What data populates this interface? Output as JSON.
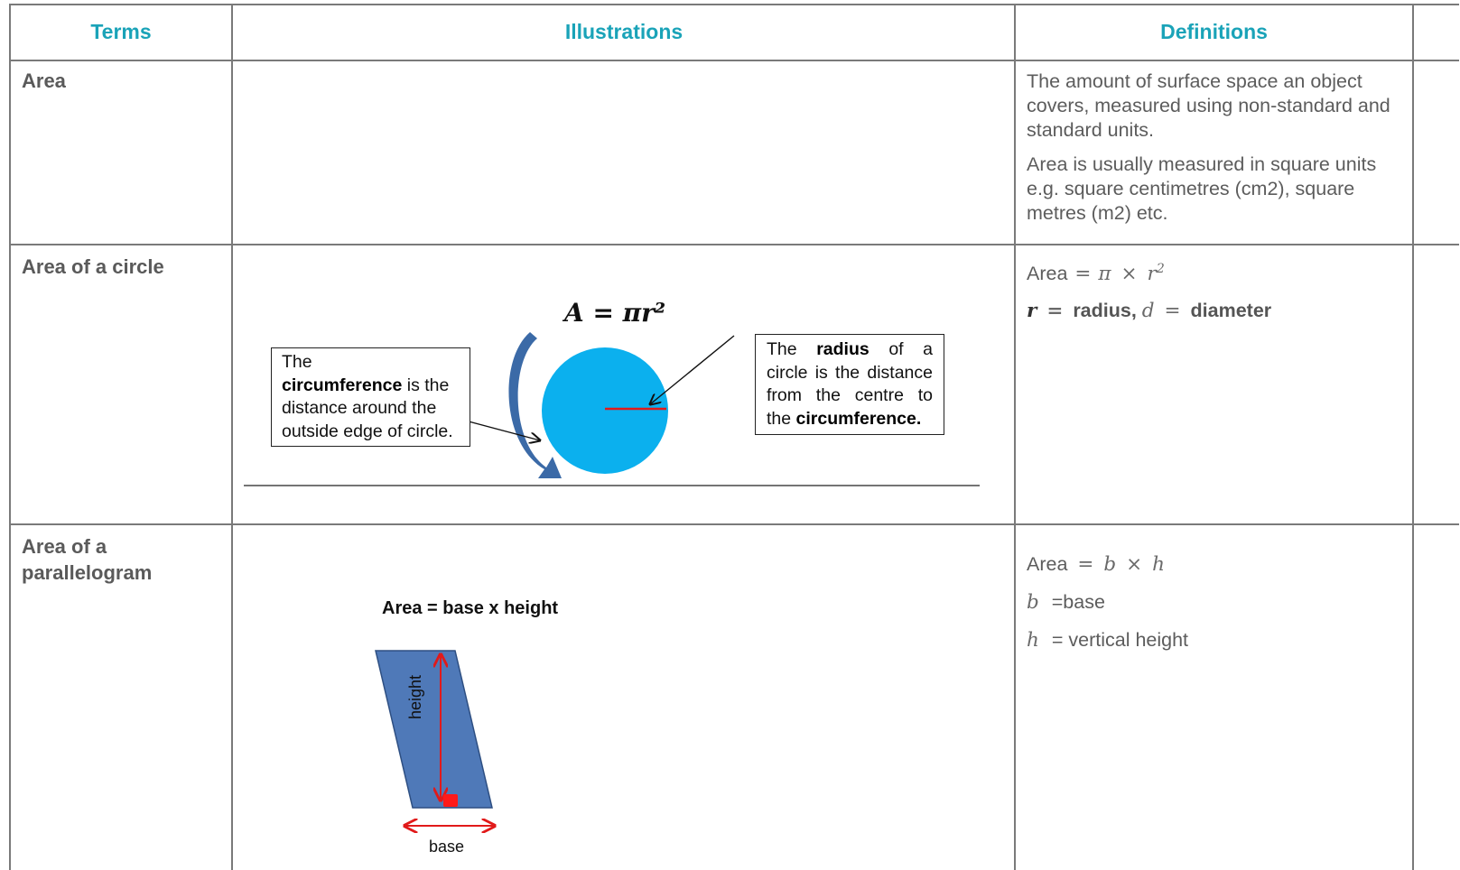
{
  "table": {
    "headers": [
      "Terms",
      "Illustrations",
      "Definitions"
    ],
    "rows": [
      {
        "term": "Area",
        "definition": [
          "The amount of surface space an object covers, measured using non-standard and standard units.",
          "Area is usually measured in square units e.g. square centimetres (cm2), square metres (m2) etc."
        ]
      },
      {
        "term": "Area of a circle",
        "illustration": {
          "formula": "A = πr²",
          "circumference_box": {
            "pre": "The",
            "bold": "circumference",
            "post": "is the distance around the outside edge of circle."
          },
          "radius_box": {
            "pre": "The",
            "bold": "radius",
            "mid": "of a circle is the distance from the centre to the",
            "bold2": "circumference."
          }
        },
        "definition": {
          "area_word": "Area",
          "eq": "=",
          "pi": "π",
          "times": "×",
          "r": "r",
          "sup": "2",
          "r_sym": "r",
          "radius": "radius,",
          "d_sym": "d",
          "diameter": "diameter"
        }
      },
      {
        "term": "Area of a parallelogram",
        "illustration": {
          "caption": "Area = base x height",
          "height_label": "height",
          "base_label": "base"
        },
        "definition": {
          "area_word": "Area",
          "eq": "=",
          "b": "b",
          "times": "×",
          "h": "h",
          "b_sym": "b",
          "base": "=base",
          "h_sym": "h",
          "height": "= vertical height"
        }
      }
    ]
  },
  "colors": {
    "header_text": "#1aa3b8",
    "circle_fill": "#0bb0ee",
    "arrow_fill": "#3b6aa7",
    "parallelogram_fill": "#4f79b8",
    "radius_line": "#e11a1a",
    "dimension_arrow": "#e11a1a",
    "right_angle_marker": "#ff1a1a"
  }
}
